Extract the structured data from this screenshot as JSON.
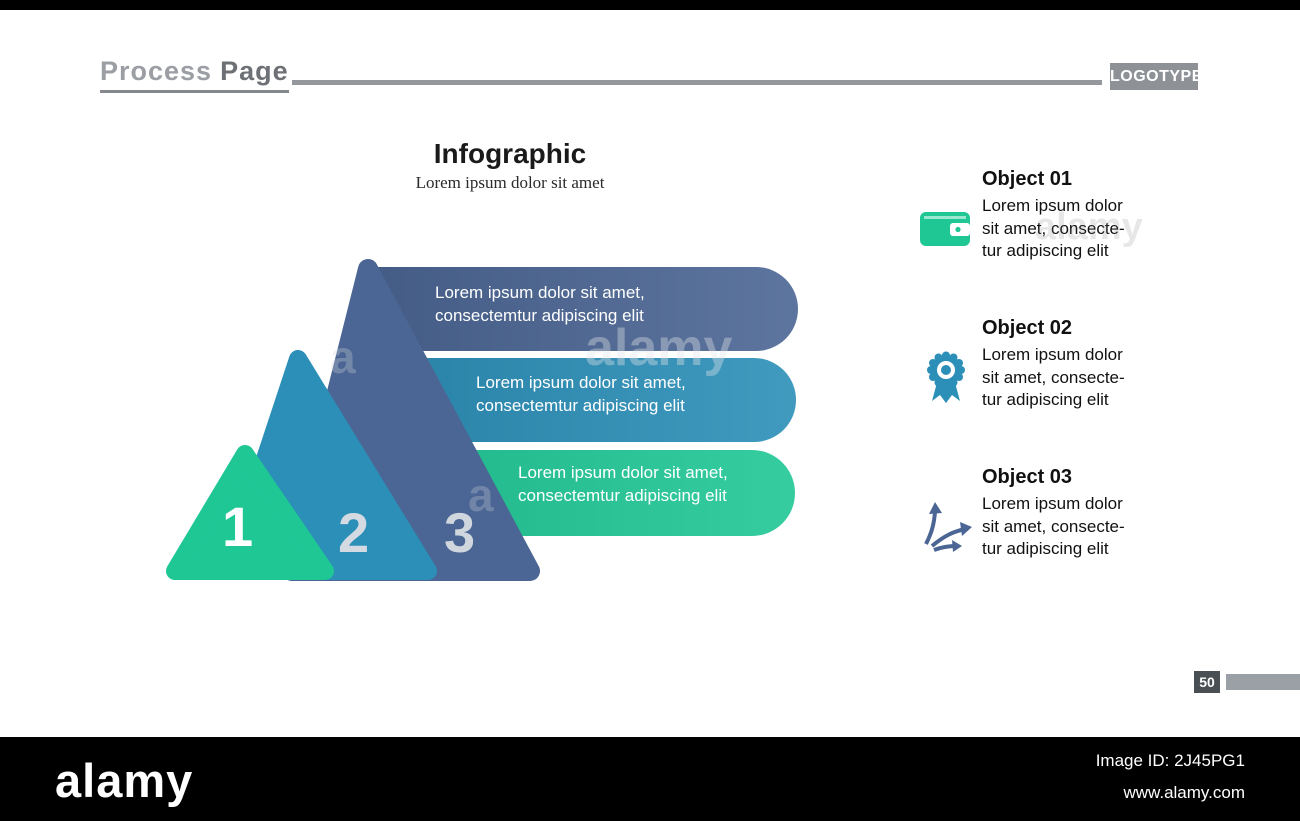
{
  "header": {
    "title_light": "Process",
    "title_dark": "Page",
    "logotype": "LOGOTYPE"
  },
  "infographic": {
    "title": "Infographic",
    "subtitle": "Lorem ipsum dolor sit amet",
    "steps": [
      {
        "number": "1",
        "color": "#1fc795",
        "bar_text": "Lorem ipsum dolor sit amet,\nconsectemtur adipiscing elit"
      },
      {
        "number": "2",
        "color": "#2b8fb8",
        "bar_text": "Lorem ipsum dolor sit amet,\nconsectemtur adipiscing elit"
      },
      {
        "number": "3",
        "color": "#4b6694",
        "bar_text": "Lorem ipsum dolor sit amet,\nconsectemtur adipiscing elit"
      }
    ],
    "objects": [
      {
        "title": "Object 01",
        "icon": "wallet-icon",
        "color": "#1fc795",
        "text": "Lorem ipsum dolor\nsit amet, consecte-\ntur adipiscing elit"
      },
      {
        "title": "Object 02",
        "icon": "award-badge-icon",
        "color": "#2b8fb8",
        "text": "Lorem ipsum dolor\nsit amet, consecte-\ntur adipiscing elit"
      },
      {
        "title": "Object 03",
        "icon": "arrows-icon",
        "color": "#4b6694",
        "text": "Lorem ipsum dolor\nsit amet, consecte-\ntur adipiscing elit"
      }
    ]
  },
  "page_number": "50",
  "watermark": {
    "brand": "alamy",
    "letter": "a"
  },
  "footer": {
    "brand": "alamy",
    "image_id": "Image ID: 2J45PG1",
    "website": "www.alamy.com"
  }
}
